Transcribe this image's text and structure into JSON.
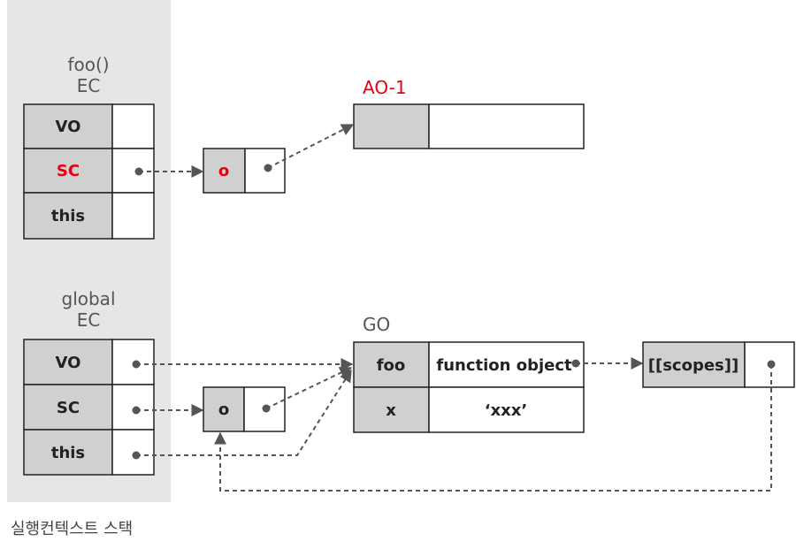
{
  "stack_caption": "실행컨텍스트 스택",
  "foo_ec": {
    "title_line1": "foo()",
    "title_line2": "EC",
    "rows": [
      "VO",
      "SC",
      "this"
    ]
  },
  "global_ec": {
    "title_line1": "global",
    "title_line2": "EC",
    "rows": [
      "VO",
      "SC",
      "this"
    ]
  },
  "ao": {
    "title": "AO-1"
  },
  "sc_chain_foo": {
    "label": "o"
  },
  "sc_chain_global": {
    "label": "o"
  },
  "go": {
    "title": "GO",
    "rows": [
      {
        "key": "foo",
        "value": "function object"
      },
      {
        "key": "x",
        "value": "‘xxx’"
      }
    ]
  },
  "function_object": {
    "label": "[[scopes]]"
  },
  "colors": {
    "stack_bg": "#e6e6e6",
    "cell_gray": "#d0d0d0",
    "accent_red": "#e60012",
    "arrow": "#555555"
  }
}
